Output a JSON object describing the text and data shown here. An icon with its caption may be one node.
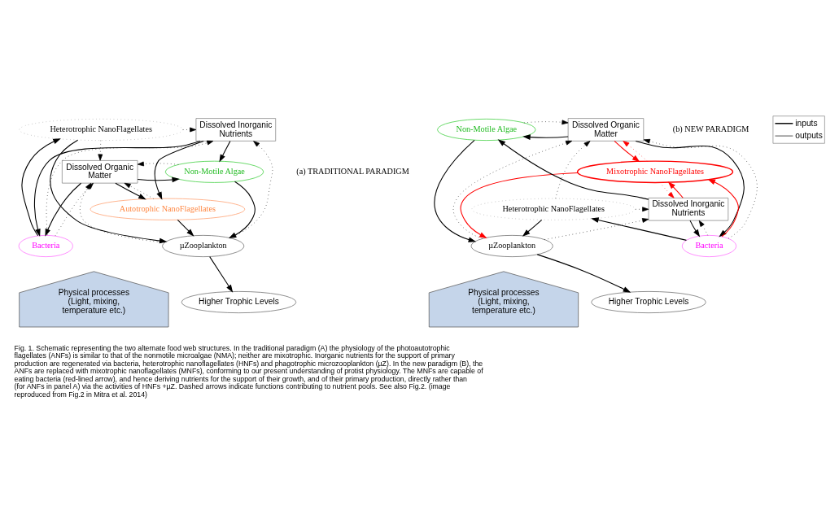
{
  "diagram": {
    "caption": "Fig. 1. Schematic representing the two alternate food web structures. In the traditional paradigm (A) the physiology of the photoautotrophic flagellates (ANFs) is similar to that of the nonmotile microalgae (NMA); neither are mixotrophic. Inorganic nutrients for the support of primary production are regenerated via bacteria, heterotrophic nanoflagellates (HNFs) and phagotrophic microzooplankton (µZ). In the new paradigm (B), the ANFs are replaced with mixotrophic nanoflagellates (MNFs), conforming to our present understanding of protist physiology. The MNFs are capable of eating bacteria (red-lined arrow), and hence deriving nutrients for the support of their growth, and of their primary production, directly rather than (for ANFs in panel A) via the activities of HNFs +µZ. Dashed arrows indicate functions contributing to nutrient pools. See also Fig.2. (image reproduced from Fig.2 in Mitra et al. 2014)",
    "nodes": [
      {
        "text": [
          "Dissolved Organic Matter"
        ]
      },
      {
        "text": [
          "Non-Motile Algae"
        ]
      },
      {
        "text": [
          "Autotrophic NanoFlagellates"
        ]
      },
      {
        "text": [
          "Dissolved Inorganic Nutrients"
        ]
      },
      {
        "text": [
          "Heterotrophic NanoFlagellates"
        ]
      },
      {
        "text": [
          "µZooplankton"
        ]
      },
      {
        "text": [
          "Bacteria"
        ]
      },
      {
        "text": [
          "Higher Trophic Levels"
        ]
      },
      {
        "text": [
          "Physical processes (Light, mixing, temperature etc.)"
        ]
      },
      {
        "text": [
          "Dissolved Organic Matter"
        ]
      },
      {
        "text": [
          "Non-Motile Algae"
        ]
      },
      {
        "text": [
          "Mixotrophic NanoFlagellates"
        ]
      },
      {
        "text": [
          "Dissolved Inorganic Nutrients"
        ]
      },
      {
        "text": [
          "Heterotrophic NanoFlagellates"
        ]
      },
      {
        "text": [
          "µZooplankton"
        ]
      },
      {
        "text": [
          "Bacteria"
        ]
      },
      {
        "text": [
          "Higher Trophic Levels"
        ]
      },
      {
        "text": [
          "Physical processes (Light, mixing, temperature etc.)"
        ]
      }
    ],
    "edges": [
      {
        "from": 0,
        "to": 1,
        "arrow": "to"
      },
      {
        "from": 1,
        "to": 0,
        "arrow": "to",
        "style": "dashed"
      },
      {
        "from": 0,
        "to": 2,
        "arrow": "to"
      },
      {
        "from": 2,
        "to": 0,
        "arrow": "to",
        "style": "dashed"
      },
      {
        "from": 4,
        "to": 0,
        "arrow": "to",
        "style": "dashed"
      },
      {
        "from": 3,
        "to": 1,
        "arrow": "to"
      },
      {
        "from": 3,
        "to": 2,
        "arrow": "to"
      },
      {
        "from": 4,
        "to": 3,
        "arrow": "to",
        "style": "dashed"
      },
      {
        "from": 5,
        "to": 3,
        "arrow": "to",
        "style": "dashed"
      },
      {
        "from": 3,
        "to": 6,
        "arrow": "to"
      },
      {
        "from": 6,
        "to": 3,
        "arrow": "to",
        "style": "dashed"
      },
      {
        "from": 0,
        "to": 6,
        "arrow": "to"
      },
      {
        "from": 6,
        "to": 4,
        "arrow": "to"
      },
      {
        "from": 4,
        "to": 5,
        "arrow": "to"
      },
      {
        "from": 1,
        "to": 5,
        "arrow": "to"
      },
      {
        "from": 2,
        "to": 5,
        "arrow": "to"
      },
      {
        "from": 5,
        "to": 7,
        "arrow": "to"
      },
      {
        "from": 5,
        "to": 0,
        "arrow": "to",
        "style": "dashed"
      },
      {
        "from": 6,
        "to": 0,
        "arrow": "to",
        "style": "dashed"
      },
      {
        "from": 9,
        "to": 10,
        "arrow": "to"
      },
      {
        "from": 10,
        "to": 9,
        "arrow": "to",
        "style": "dashed"
      },
      {
        "from": 9,
        "to": 11,
        "arrow": "to",
        "color": "#ff0000"
      },
      {
        "from": 11,
        "to": 9,
        "arrow": "to",
        "style": "dashed",
        "color": "#ff0000"
      },
      {
        "from": 13,
        "to": 9,
        "arrow": "to",
        "style": "dashed"
      },
      {
        "from": 12,
        "to": 10,
        "arrow": "to"
      },
      {
        "from": 12,
        "to": 11,
        "arrow": "to",
        "color": "#ff0000"
      },
      {
        "from": 11,
        "to": 12,
        "arrow": "to",
        "style": "dashed",
        "color": "#ff0000"
      },
      {
        "from": 13,
        "to": 12,
        "arrow": "to",
        "style": "dashed"
      },
      {
        "from": 14,
        "to": 12,
        "arrow": "to",
        "style": "dashed"
      },
      {
        "from": 12,
        "to": 15,
        "arrow": "to"
      },
      {
        "from": 15,
        "to": 12,
        "arrow": "to",
        "style": "dashed"
      },
      {
        "from": 9,
        "to": 15,
        "arrow": "to"
      },
      {
        "from": 15,
        "to": 11,
        "arrow": "to",
        "color": "#ff0000"
      },
      {
        "from": 15,
        "to": 13,
        "arrow": "to"
      },
      {
        "from": 13,
        "to": 14,
        "arrow": "to"
      },
      {
        "from": 10,
        "to": 14,
        "arrow": "to"
      },
      {
        "from": 11,
        "to": 14,
        "arrow": "to",
        "color": "#ff0000"
      },
      {
        "from": 14,
        "to": 16,
        "arrow": "to"
      },
      {
        "from": 14,
        "to": 9,
        "arrow": "to",
        "style": "dashed"
      },
      {
        "from": 15,
        "to": 9,
        "arrow": "to",
        "style": "dashed"
      }
    ],
    "labels": [
      "(a) TRADITIONAL PARADIGM",
      "(b) NEW PARADIGM"
    ],
    "legend": [
      {
        "text": "inputs"
      },
      {
        "text": "outputs"
      }
    ]
  }
}
